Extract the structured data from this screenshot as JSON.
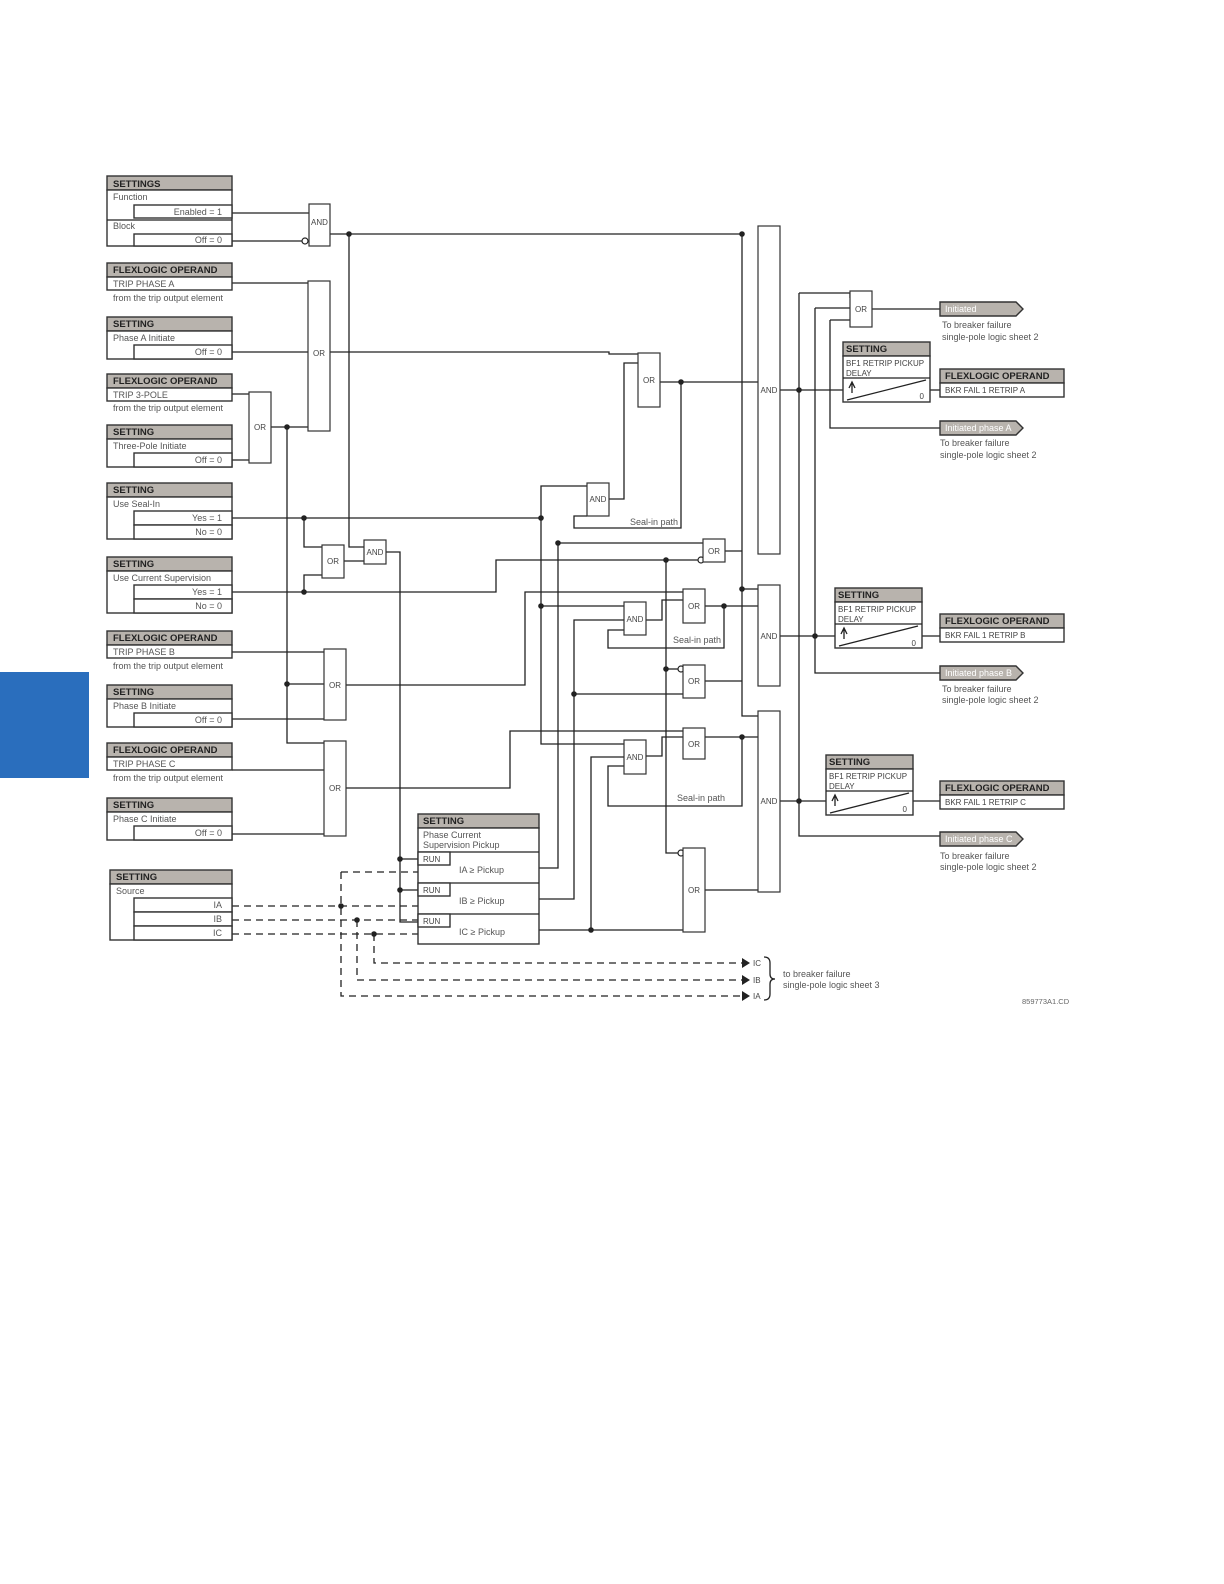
{
  "sidebar": {
    "tab_color": "#2a6ebd"
  },
  "settings_function": {
    "header": "SETTINGS",
    "function_label": "Function",
    "enabled": "Enabled = 1",
    "block_label": "Block",
    "off": "Off = 0"
  },
  "trip_phase_a": {
    "header": "FLEXLOGIC OPERAND",
    "label": "TRIP PHASE A",
    "note": "from the trip output element"
  },
  "phase_a_initiate": {
    "header": "SETTING",
    "label": "Phase A Initiate",
    "value": "Off = 0"
  },
  "trip_3pole": {
    "header": "FLEXLOGIC OPERAND",
    "label": "TRIP 3-POLE",
    "note": "from the trip output element"
  },
  "three_pole_initiate": {
    "header": "SETTING",
    "label": "Three-Pole Initiate",
    "value": "Off = 0"
  },
  "use_seal_in": {
    "header": "SETTING",
    "label": "Use Seal-In",
    "yes": "Yes = 1",
    "no": "No = 0"
  },
  "use_current_supervision": {
    "header": "SETTING",
    "label": "Use Current Supervision",
    "yes": "Yes = 1",
    "no": "No = 0"
  },
  "trip_phase_b": {
    "header": "FLEXLOGIC OPERAND",
    "label": "TRIP PHASE B",
    "note": "from the trip output element"
  },
  "phase_b_initiate": {
    "header": "SETTING",
    "label": "Phase B Initiate",
    "value": "Off = 0"
  },
  "trip_phase_c": {
    "header": "FLEXLOGIC OPERAND",
    "label": "TRIP PHASE C",
    "note": "from the trip output element"
  },
  "phase_c_initiate": {
    "header": "SETTING",
    "label": "Phase C Initiate",
    "value": "Off = 0"
  },
  "source": {
    "header": "SETTING",
    "label": "Source",
    "ia": "IA",
    "ib": "IB",
    "ic": "IC"
  },
  "pickup": {
    "header": "SETTING",
    "line1": "Phase Current",
    "line2": "Supervision Pickup",
    "run": "RUN",
    "ia": "IA ≥ Pickup",
    "ib": "IB ≥ Pickup",
    "ic": "IC ≥ Pickup"
  },
  "gates": {
    "and": "AND",
    "or": "OR"
  },
  "seal_in": "Seal-in path",
  "retrip": {
    "header": "SETTING",
    "line1": "BF1 RETRIP PICKUP",
    "line2": "DELAY",
    "zero": "0",
    "operand_header": "FLEXLOGIC OPERAND",
    "a": "BKR FAIL 1 RETRIP A",
    "b": "BKR FAIL 1 RETRIP B",
    "c": "BKR FAIL 1 RETRIP C"
  },
  "outputs": {
    "initiated": "Initiated",
    "initiated_a": "Initiated phase A",
    "initiated_b": "Initiated phase B",
    "initiated_c": "Initiated phase C",
    "note1": "To breaker failure",
    "note2": "single-pole logic sheet 2"
  },
  "currents_out": {
    "ic": "IC",
    "ib": "IB",
    "ia": "IA",
    "note1": "to breaker failure",
    "note2": "single-pole logic sheet 3"
  },
  "drawing_code": "859773A1.CD"
}
